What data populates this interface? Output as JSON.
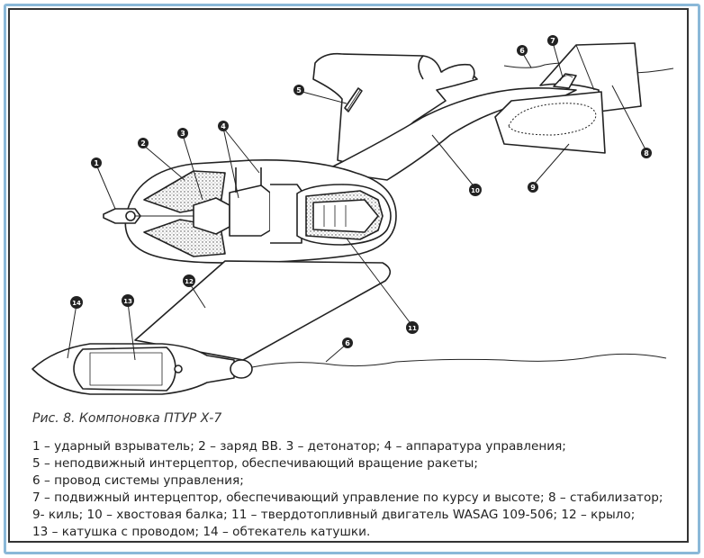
{
  "diagram": {
    "caption": "Рис. 8. Компоновка ПТУР Х-7",
    "callouts": [
      "1",
      "2",
      "3",
      "4",
      "5",
      "6",
      "7",
      "8",
      "9",
      "10",
      "11",
      "12",
      "13",
      "14",
      "6"
    ],
    "legend": [
      "1 – ударный взрыватель;",
      "2 – заряд ВВ.",
      "3 – детонатор;",
      "4 – аппаратура управления;",
      "5 – неподвижный интерцептор, обеспечивающий вращение ракеты;",
      "6 – провод системы управления;",
      "7 – подвижный интерцептор, обеспечивающий управление по курсу и высоте;",
      "8 – стабилизатор;",
      "9- киль;",
      "10 – хвостовая балка;",
      "11 – твердотопливный двигатель WASAG 109-506;",
      "12 – крыло;",
      "13 – катушка с проводом;",
      "14 – обтекатель катушки."
    ]
  },
  "colors": {
    "frame": "#8ab8d8",
    "ink": "#222222"
  }
}
